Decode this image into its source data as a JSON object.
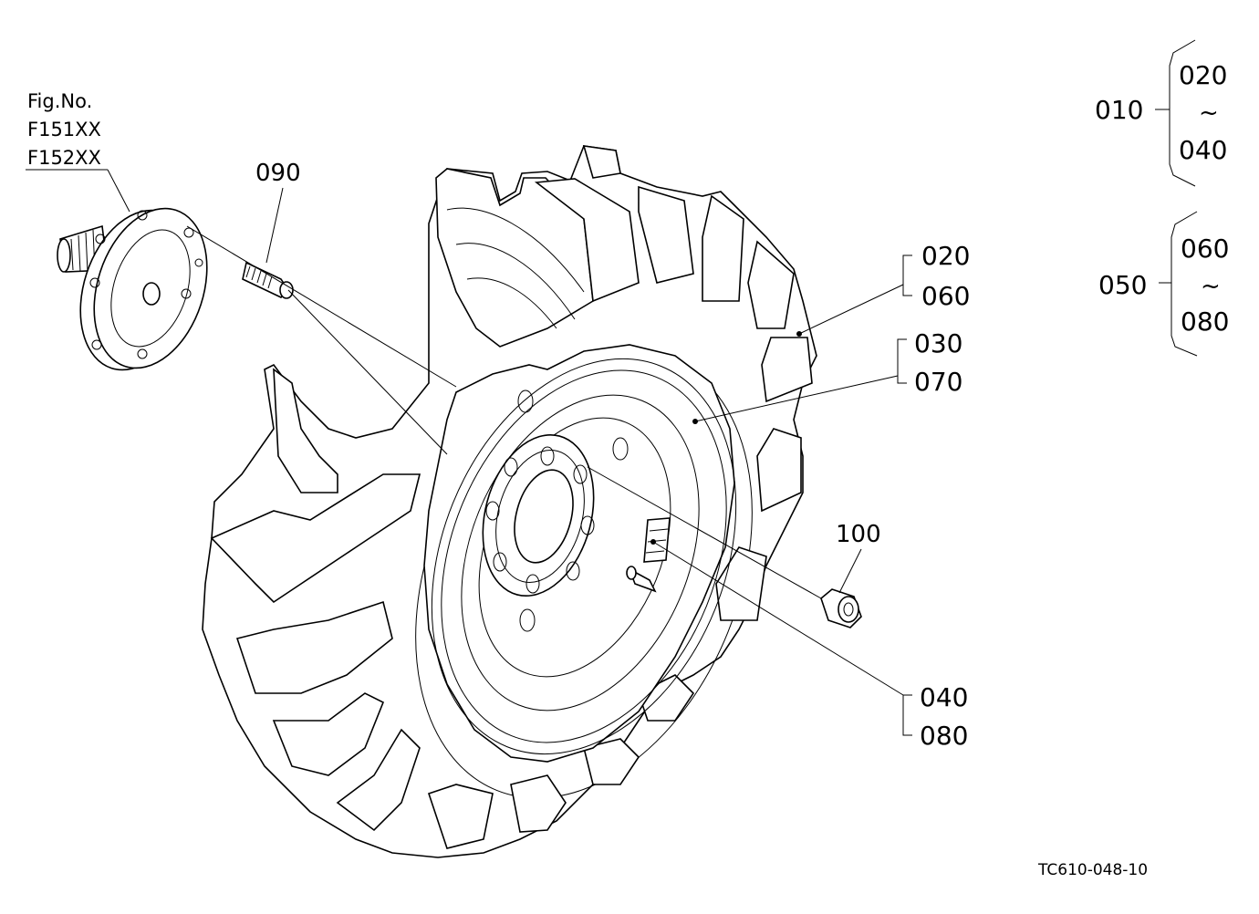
{
  "fig_ref": {
    "title": "Fig.No.",
    "codes": [
      "F151XX",
      "F152XX"
    ]
  },
  "callouts": {
    "c090": "090",
    "c100": "100",
    "c020_060": [
      "020",
      "060"
    ],
    "c030_070": [
      "030",
      "070"
    ],
    "c040_080": [
      "040",
      "080"
    ]
  },
  "assemblies": [
    {
      "id": "010",
      "top": "020",
      "tilde": "~",
      "bottom": "040"
    },
    {
      "id": "050",
      "top": "060",
      "tilde": "~",
      "bottom": "080"
    }
  ],
  "drawing_code": "TC610-048-10"
}
